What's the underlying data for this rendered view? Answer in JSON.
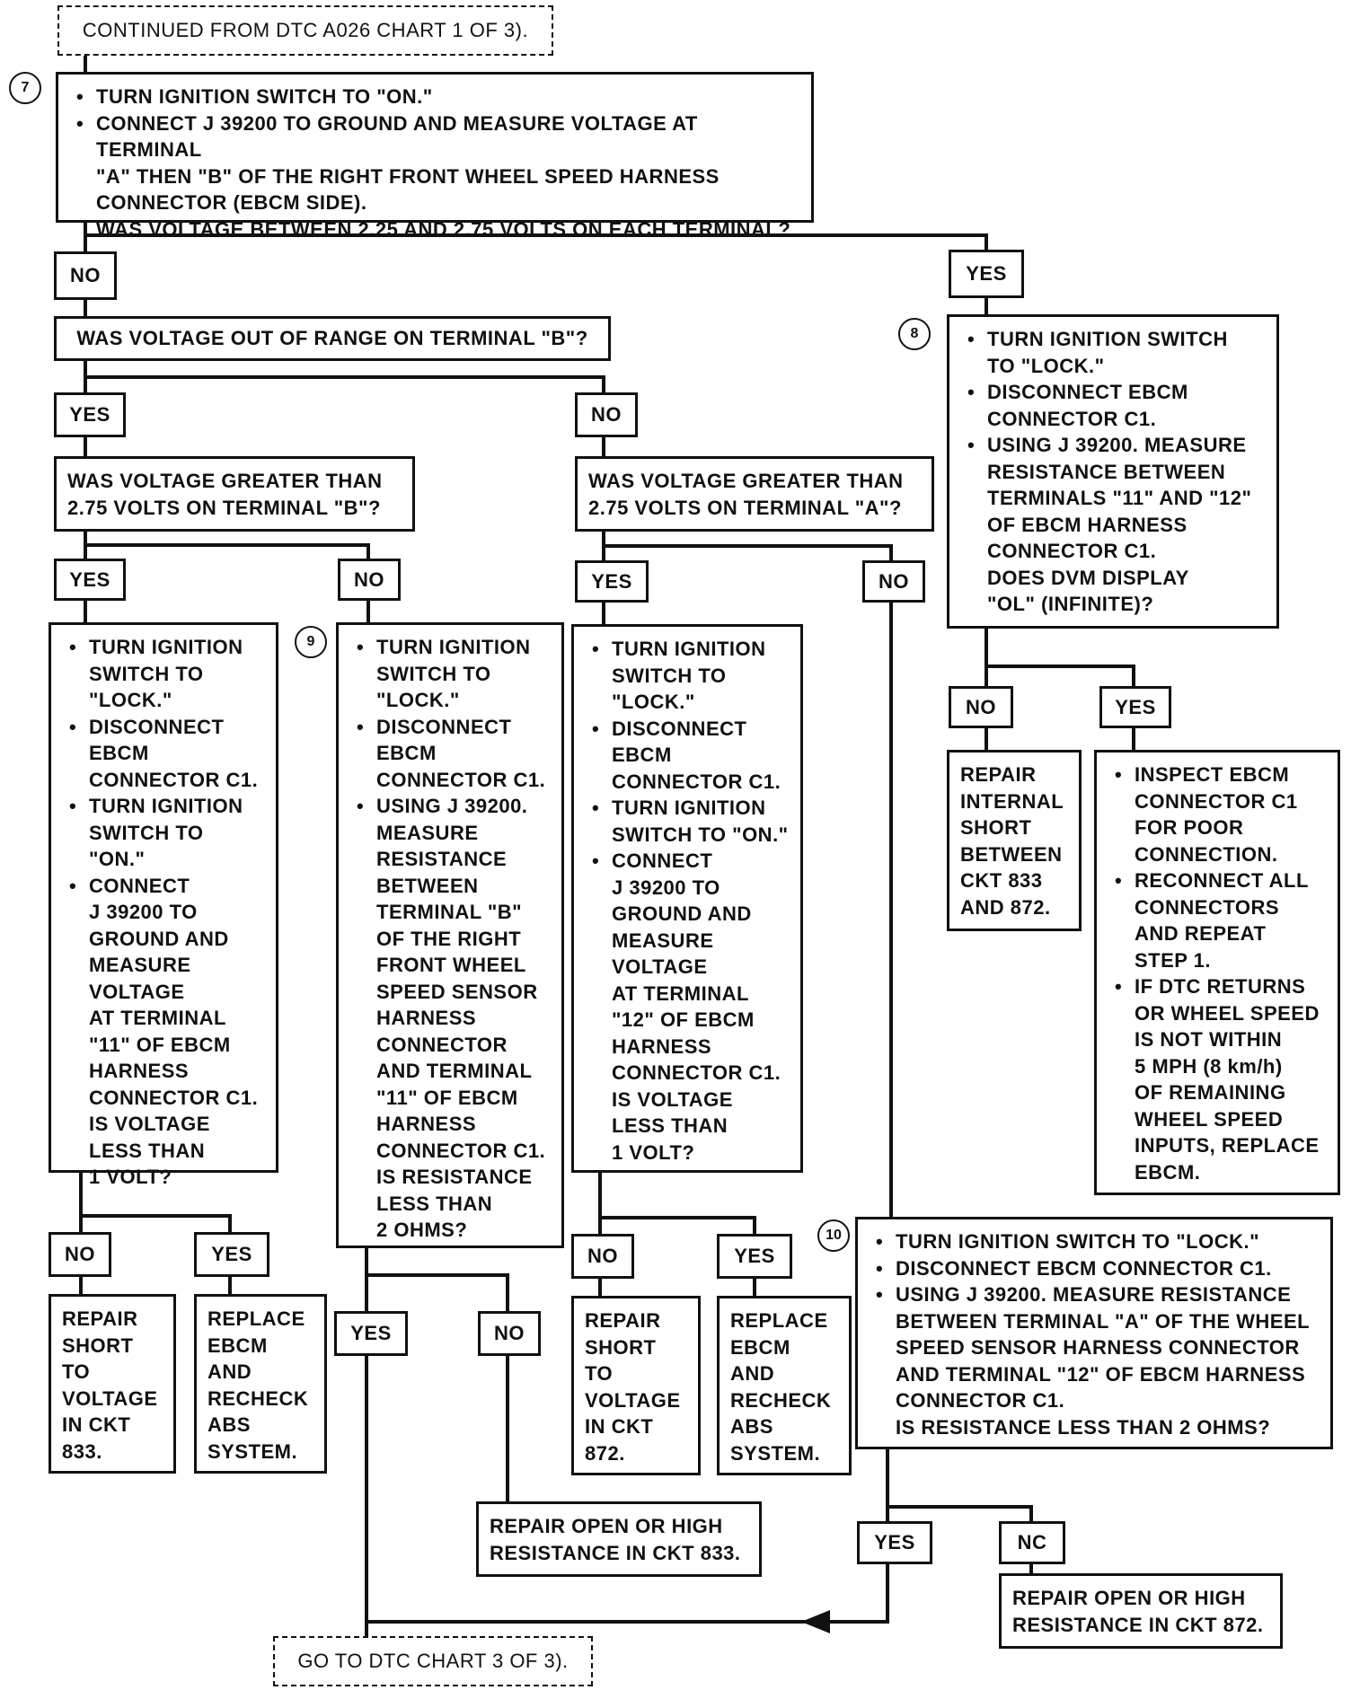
{
  "header": {
    "continued_from": "CONTINUED FROM DTC A026 CHART  1 OF 3)."
  },
  "steps": {
    "s7": "7",
    "s8": "8",
    "s9": "9",
    "s10": "10"
  },
  "top": {
    "bullets": [
      "TURN IGNITION SWITCH TO \"ON.\"",
      "CONNECT J 39200 TO GROUND AND MEASURE VOLTAGE AT TERMINAL\n\"A\" THEN \"B\" OF THE RIGHT FRONT WHEEL SPEED HARNESS\nCONNECTOR (EBCM SIDE)."
    ],
    "question": "WAS VOLTAGE BETWEEN 2.25 AND 2.75 VOLTS ON EACH TERMINAL?"
  },
  "labels": {
    "no_top": "NO",
    "yes_top": "YES",
    "yes_b": "YES",
    "no_b": "NO",
    "yes_gb": "YES",
    "no_gb": "NO",
    "yes_ga": "YES",
    "no_ga": "NO",
    "no_8": "NO",
    "yes_8": "YES",
    "no_left": "NO",
    "yes_left": "YES",
    "yes_9": "YES",
    "no_9": "NO",
    "no_mid": "NO",
    "yes_mid": "YES",
    "yes_10": "YES",
    "no_10": "NC"
  },
  "q_range_b": "WAS VOLTAGE OUT OF RANGE ON TERMINAL \"B\"?",
  "q_greater_b": "WAS VOLTAGE GREATER THAN\n2.75 VOLTS ON TERMINAL \"B\"?",
  "q_greater_a": "WAS VOLTAGE GREATER THAN\n2.75 VOLTS ON TERMINAL \"A\"?",
  "step8": {
    "bullets": [
      "TURN IGNITION SWITCH\nTO \"LOCK.\"",
      "DISCONNECT EBCM\nCONNECTOR C1.",
      "USING J 39200. MEASURE\nRESISTANCE BETWEEN\nTERMINALS \"11\" AND \"12\"\nOF EBCM HARNESS\nCONNECTOR C1."
    ],
    "question": "DOES DVM DISPLAY\n\"OL\" (INFINITE)?"
  },
  "repair_internal": "REPAIR\nINTERNAL\nSHORT\nBETWEEN\nCKT 833\nAND 872.",
  "inspect": {
    "bullets": [
      "INSPECT EBCM\nCONNECTOR C1\nFOR POOR\nCONNECTION.",
      "RECONNECT ALL\nCONNECTORS\nAND REPEAT\nSTEP 1.",
      "IF DTC RETURNS\nOR WHEEL SPEED\nIS NOT WITHIN\n5 MPH (8 km/h)\nOF REMAINING\nWHEEL SPEED\nINPUTS, REPLACE\nEBCM."
    ]
  },
  "left_check": {
    "bullets": [
      "TURN IGNITION\nSWITCH TO\n\"LOCK.\"",
      "DISCONNECT\nEBCM\nCONNECTOR C1.",
      "TURN IGNITION\nSWITCH TO \"ON.\"",
      "CONNECT\nJ 39200 TO\nGROUND AND\nMEASURE\nVOLTAGE\nAT TERMINAL\n\"11\" OF EBCM\nHARNESS\nCONNECTOR C1."
    ],
    "question": "IS VOLTAGE\nLESS THAN\n1 VOLT?"
  },
  "step9": {
    "bullets": [
      "TURN IGNITION\nSWITCH TO\n\"LOCK.\"",
      "DISCONNECT\nEBCM\nCONNECTOR C1.",
      "USING J 39200.\nMEASURE\nRESISTANCE\nBETWEEN\nTERMINAL \"B\"\nOF THE RIGHT\nFRONT WHEEL\nSPEED SENSOR\nHARNESS\nCONNECTOR\nAND TERMINAL\n\"11\" OF EBCM\nHARNESS\nCONNECTOR C1."
    ],
    "question": "IS RESISTANCE\nLESS THAN\n2 OHMS?"
  },
  "mid_check": {
    "bullets": [
      "TURN IGNITION\nSWITCH TO\n\"LOCK.\"",
      "DISCONNECT\nEBCM\nCONNECTOR C1.",
      "TURN IGNITION\nSWITCH TO \"ON.\"",
      "CONNECT\nJ 39200 TO\nGROUND AND\nMEASURE\nVOLTAGE\nAT TERMINAL\n\"12\" OF EBCM\nHARNESS\nCONNECTOR C1."
    ],
    "question": "IS VOLTAGE\nLESS THAN\n1 VOLT?"
  },
  "step10": {
    "bullets": [
      "TURN IGNITION SWITCH TO \"LOCK.\"",
      "DISCONNECT EBCM CONNECTOR C1.",
      "USING J 39200. MEASURE RESISTANCE\nBETWEEN TERMINAL \"A\" OF THE WHEEL\nSPEED SENSOR HARNESS CONNECTOR\nAND TERMINAL \"12\" OF EBCM HARNESS\nCONNECTOR C1."
    ],
    "question": "IS RESISTANCE LESS THAN 2 OHMS?"
  },
  "repair_short_833": "REPAIR\nSHORT\nTO\nVOLTAGE\nIN CKT\n833.",
  "replace_left": "REPLACE\nEBCM\nAND\nRECHECK\nABS\nSYSTEM.",
  "repair_short_872": "REPAIR\nSHORT\nTO\nVOLTAGE\nIN CKT\n872.",
  "replace_mid": "REPLACE\nEBCM\nAND\nRECHECK\nABS\nSYSTEM.",
  "repair_open_833": "REPAIR OPEN OR HIGH\nRESISTANCE IN CKT 833.",
  "repair_open_872": "REPAIR OPEN OR HIGH\nRESISTANCE IN CKT 872.",
  "footer": {
    "go_to": "GO TO DTC CHART  3 OF 3)."
  }
}
